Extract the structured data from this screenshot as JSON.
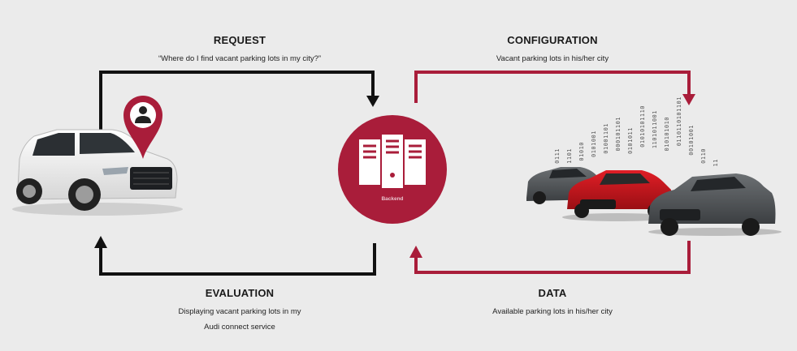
{
  "request": {
    "title": "REQUEST",
    "text": "“Where do I find vacant parking lots in my city?”"
  },
  "configuration": {
    "title": "CONFIGURATION",
    "text": "Vacant parking lots in his/her city"
  },
  "evaluation": {
    "title": "EVALUATION",
    "line1": "Displaying vacant parking lots in my",
    "line2": "Audi connect service"
  },
  "data": {
    "title": "DATA",
    "text": "Available parking lots in his/her city"
  },
  "server": {
    "label": "Backend",
    "icon": "server-icon"
  },
  "binary_streams": [
    "0111",
    "1101",
    "01010",
    "0101001",
    "01001101",
    "000101101",
    "0101011",
    "01010101110",
    "1101011001",
    "010101010",
    "0110110101101",
    "00101001",
    "0110",
    "11"
  ],
  "colors": {
    "accent": "#a91d3a",
    "black_arrow": "#111111",
    "background": "#ebebeb"
  }
}
